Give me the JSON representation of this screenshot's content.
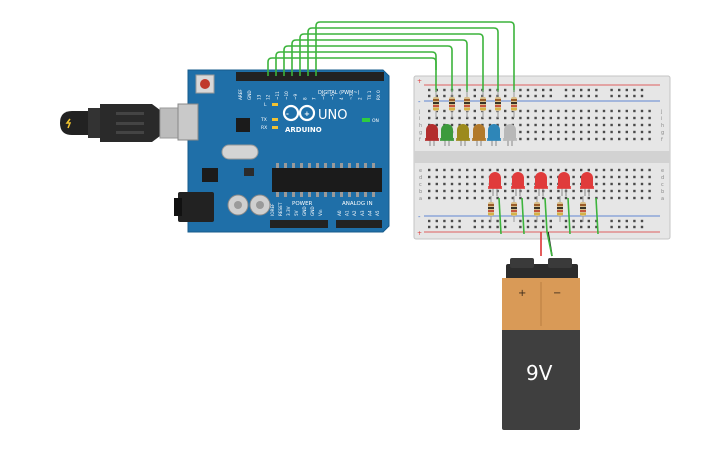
{
  "arduino": {
    "brand": "ARDUINO",
    "model": "UNO",
    "digital_label": "DIGITAL (PWM~)",
    "power_label": "POWER",
    "analog_label": "ANALOG IN",
    "on_label": "ON",
    "led_l": "L",
    "led_tx": "TX",
    "led_rx": "RX",
    "digital_pins": [
      "AREF",
      "GND",
      "13",
      "12",
      "~11",
      "~10",
      "~9",
      "8",
      "7",
      "~6",
      "~5",
      "4",
      "~3",
      "2",
      "TX 1",
      "RX 0"
    ],
    "power_pins": [
      "IOREF",
      "RESET",
      "3.3V",
      "5V",
      "GND",
      "GND",
      "Vin"
    ],
    "analog_pins": [
      "A0",
      "A1",
      "A2",
      "A3",
      "A4",
      "A5"
    ]
  },
  "breadboard": {
    "row_letters_top": [
      "j",
      "i",
      "h",
      "g",
      "f"
    ],
    "row_letters_bottom": [
      "e",
      "d",
      "c",
      "b",
      "a"
    ],
    "plus_sign": "+",
    "minus_sign": "-"
  },
  "battery": {
    "voltage_label": "9V",
    "plus_terminal": "+",
    "minus_terminal": "−"
  },
  "colors": {
    "board_blue": "#1f6fa8",
    "wire_green": "#3cb43c",
    "battery_orange": "#d99a57",
    "battery_dark": "#3f3f3f"
  },
  "top_leds": [
    "#b32d2d",
    "#3c9a3c",
    "#9c8a1c",
    "#b2792a",
    "#2e86b8",
    "#b8b8b8"
  ],
  "bottom_leds": [
    "#e03b3b",
    "#e03b3b",
    "#e03b3b",
    "#e03b3b",
    "#e03b3b"
  ]
}
